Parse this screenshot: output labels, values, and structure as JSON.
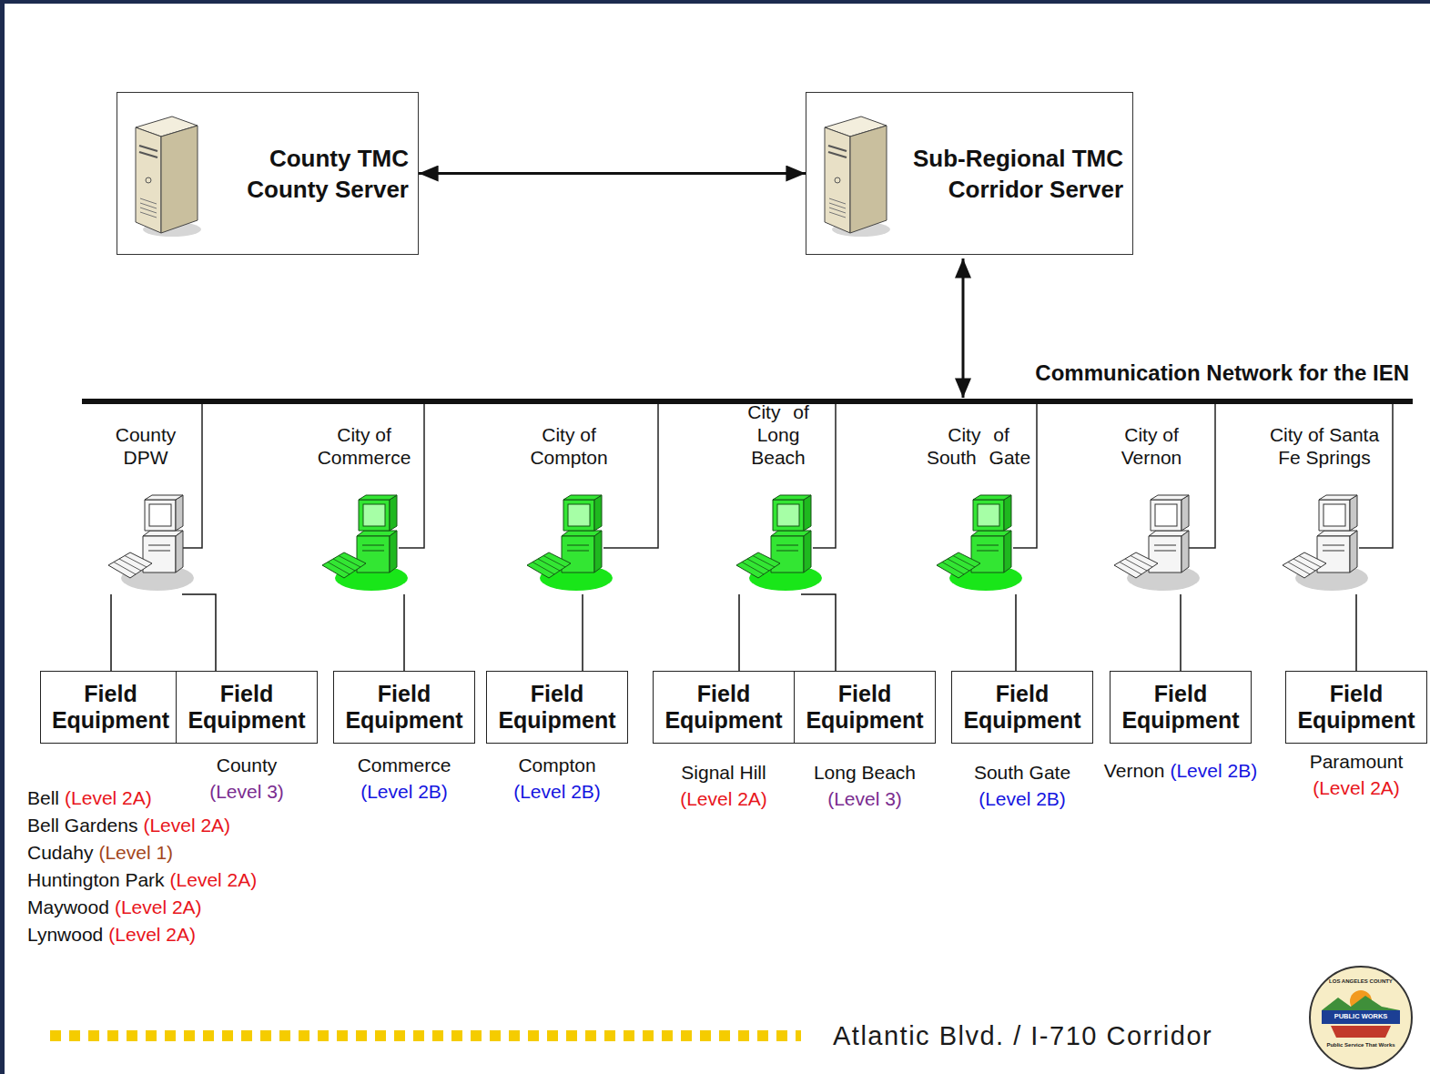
{
  "diagram": {
    "nodes": [
      {
        "text": [
          "County TMC County Server"
        ]
      },
      {
        "text": [
          "Sub-Regional TMC Corridor Server"
        ]
      },
      {
        "text": [
          "County DPW"
        ]
      },
      {
        "text": [
          "City of Commerce"
        ]
      },
      {
        "text": [
          "City of Compton"
        ]
      },
      {
        "text": [
          "City of Long Beach"
        ]
      },
      {
        "text": [
          "City of South Gate"
        ]
      },
      {
        "text": [
          "City of Vernon"
        ]
      },
      {
        "text": [
          "City of Santa Fe Springs"
        ]
      },
      {
        "text": [
          "Field Equipment"
        ]
      },
      {
        "text": [
          "Field Equipment",
          "County",
          "(Level 3)"
        ]
      },
      {
        "text": [
          "Field Equipment",
          "Commerce",
          "(Level 2B)"
        ]
      },
      {
        "text": [
          "Field Equipment",
          "Compton",
          "(Level 2B)"
        ]
      },
      {
        "text": [
          "Field Equipment",
          "Signal Hill",
          "(Level 2A)"
        ]
      },
      {
        "text": [
          "Field Equipment",
          "Long Beach",
          "(Level 3)"
        ]
      },
      {
        "text": [
          "Field Equipment",
          "South Gate",
          "(Level 2B)"
        ]
      },
      {
        "text": [
          "Field Equipment",
          "Vernon",
          "(Level 2B)"
        ]
      },
      {
        "text": [
          "Field Equipment",
          "Paramount",
          "(Level 2A)"
        ]
      }
    ],
    "edges": [
      {
        "from": 0,
        "to": 1,
        "arrow": "both"
      },
      {
        "from": 2,
        "to": 9,
        "arrow": "none"
      },
      {
        "from": 2,
        "to": 10,
        "arrow": "none"
      },
      {
        "from": 3,
        "to": 11,
        "arrow": "none"
      },
      {
        "from": 4,
        "to": 12,
        "arrow": "none"
      },
      {
        "from": 5,
        "to": 13,
        "arrow": "none"
      },
      {
        "from": 5,
        "to": 14,
        "arrow": "none"
      },
      {
        "from": 6,
        "to": 15,
        "arrow": "none"
      },
      {
        "from": 7,
        "to": 16,
        "arrow": "none"
      },
      {
        "from": 8,
        "to": 17,
        "arrow": "none"
      }
    ],
    "labels": [
      "Communication Network for the IEN",
      "Bell",
      "(Level 2A)",
      "Bell Gardens",
      "(Level 2A)",
      "Cudahy",
      "(Level 1)",
      "Huntington Park",
      "(Level 2A)",
      "Maywood",
      "(Level 2A)",
      "Lynwood",
      "(Level 2A)",
      "Atlantic Blvd. / I-710 Corridor",
      "LOS ANGELES COUNTY",
      "PUBLIC WORKS",
      "Public Service That Works"
    ]
  }
}
